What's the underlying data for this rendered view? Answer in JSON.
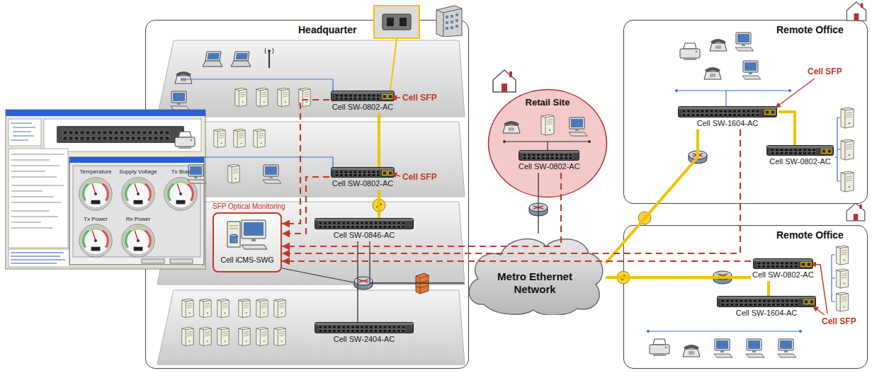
{
  "diagram": {
    "nodes": [
      {
        "text": [
          "Headquarter"
        ]
      },
      {
        "text": [
          "Cell SW-0802-AC"
        ],
        "in": 0
      },
      {
        "text": [
          "Cell SW-0802-AC"
        ],
        "in": 0
      },
      {
        "text": [
          "SFP Optical Monitoring",
          "Cell iCMS-SWG"
        ],
        "in": 0
      },
      {
        "text": [
          "Cell SW-0846-AC"
        ],
        "in": 0
      },
      {
        "text": [
          "Cell SW-2404-AC"
        ],
        "in": 0
      },
      {
        "text": [
          "Retail Site"
        ]
      },
      {
        "text": [
          "Cell SW-0802-AC"
        ],
        "in": 6
      },
      {
        "text": [
          "Metro Ethernet Network"
        ]
      },
      {
        "text": [
          "Remote Office"
        ]
      },
      {
        "text": [
          "Cell SW-1604-AC"
        ],
        "in": 9
      },
      {
        "text": [
          "Cell SW-0802-AC"
        ],
        "in": 9
      },
      {
        "text": [
          "Remote Office"
        ]
      },
      {
        "text": [
          "Cell SW-0802-AC"
        ],
        "in": 12
      },
      {
        "text": [
          "Cell SW-1604-AC"
        ],
        "in": 12
      }
    ],
    "edges": [
      {
        "from": 1,
        "to": 2,
        "arrow": "none"
      },
      {
        "from": 2,
        "to": 4,
        "arrow": "none"
      },
      {
        "from": 4,
        "to": 5,
        "arrow": "none"
      },
      {
        "from": 4,
        "to": 8,
        "arrow": "none"
      },
      {
        "from": 7,
        "to": 8,
        "arrow": "none"
      },
      {
        "from": 8,
        "to": 10,
        "arrow": "none"
      },
      {
        "from": 10,
        "to": 11,
        "arrow": "none"
      },
      {
        "from": 8,
        "to": 13,
        "arrow": "none"
      },
      {
        "from": 13,
        "to": 14,
        "arrow": "none"
      },
      {
        "from": 1,
        "to": 3,
        "arrow": "to"
      },
      {
        "from": 2,
        "to": 3,
        "arrow": "to"
      },
      {
        "from": 7,
        "to": 3,
        "arrow": "to"
      },
      {
        "from": 10,
        "to": 3,
        "arrow": "to"
      },
      {
        "from": 13,
        "to": 3,
        "arrow": "to"
      }
    ],
    "labels": [
      "Temperature",
      "Supply Voltage",
      "Tx Bias",
      "Tx Power",
      "Rx Power",
      "Cell SFP",
      "Cell SFP",
      "Cell SFP",
      "Cell SFP"
    ]
  }
}
